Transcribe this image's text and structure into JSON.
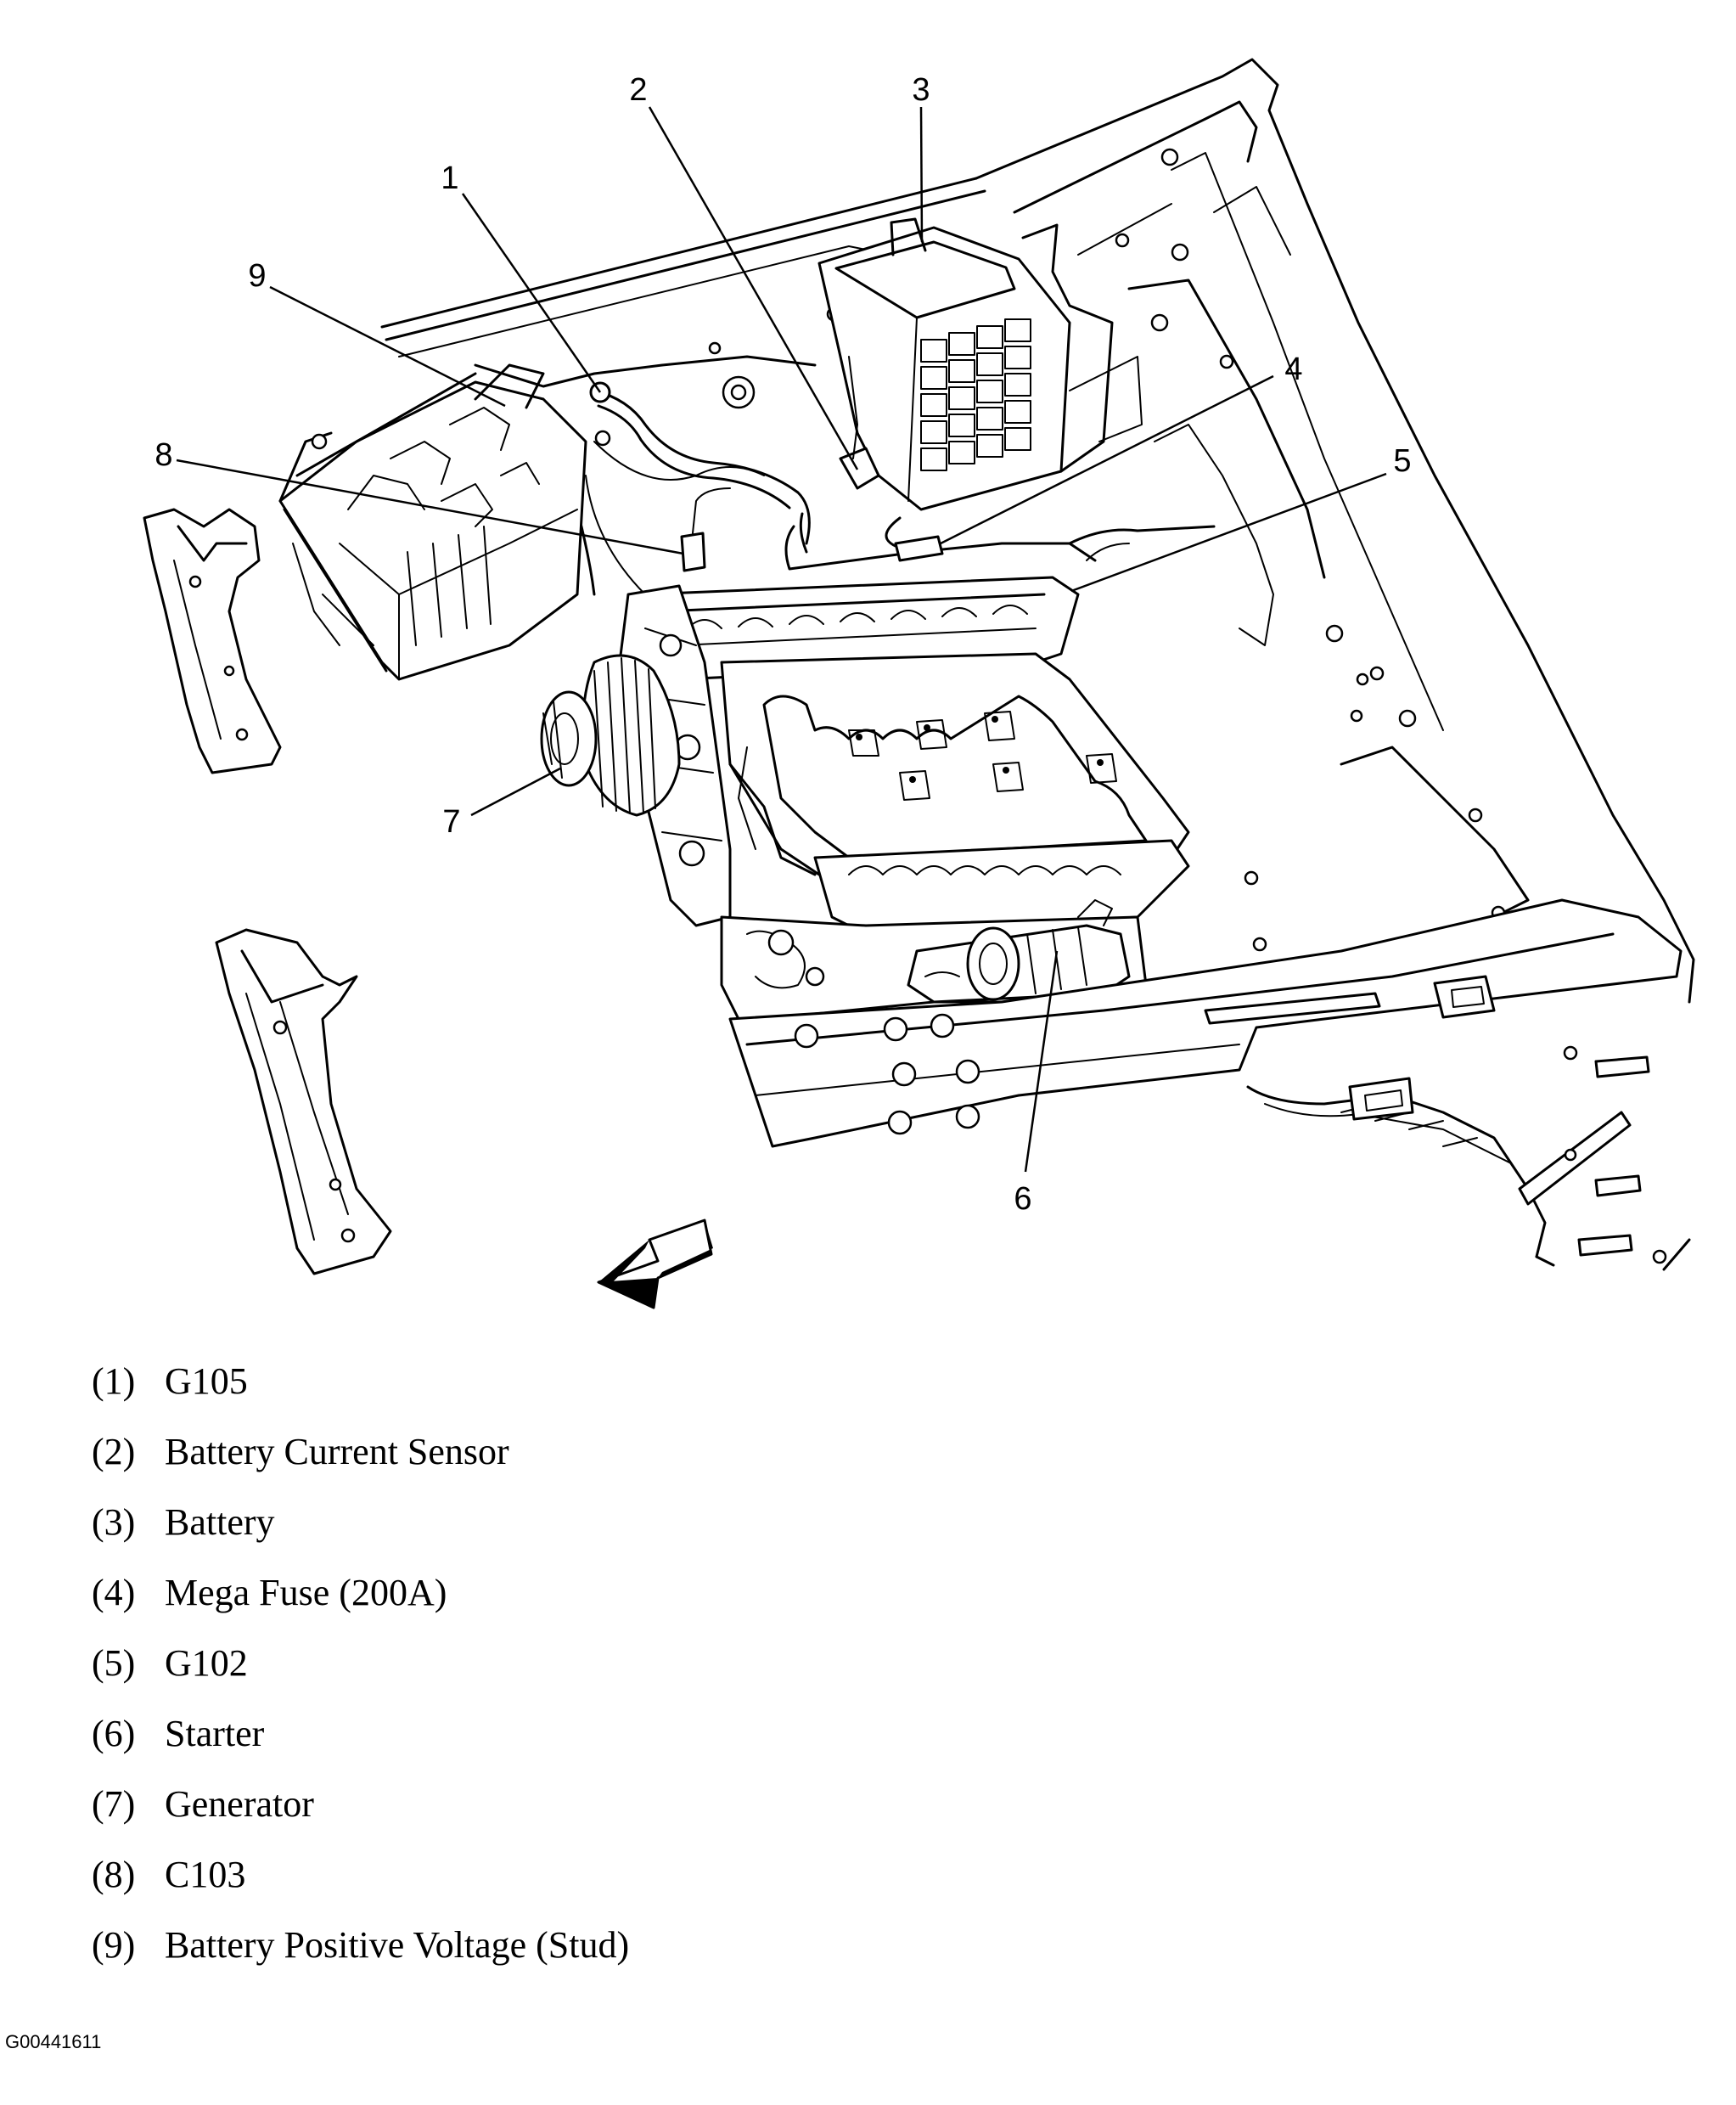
{
  "callouts": [
    {
      "number": "1",
      "label": "G105"
    },
    {
      "number": "2",
      "label": "Battery Current Sensor"
    },
    {
      "number": "3",
      "label": "Battery"
    },
    {
      "number": "4",
      "label": "Mega Fuse (200A)"
    },
    {
      "number": "5",
      "label": "G102"
    },
    {
      "number": "6",
      "label": "Starter"
    },
    {
      "number": "7",
      "label": "Generator"
    },
    {
      "number": "8",
      "label": "C103"
    },
    {
      "number": "9",
      "label": "Battery Positive Voltage (Stud)"
    }
  ],
  "legend": [
    {
      "num": "(1)",
      "label": "G105"
    },
    {
      "num": "(2)",
      "label": "Battery Current Sensor"
    },
    {
      "num": "(3)",
      "label": "Battery"
    },
    {
      "num": "(4)",
      "label": "Mega Fuse (200A)"
    },
    {
      "num": "(5)",
      "label": "G102"
    },
    {
      "num": "(6)",
      "label": "Starter"
    },
    {
      "num": "(7)",
      "label": "Generator"
    },
    {
      "num": "(8)",
      "label": "C103"
    },
    {
      "num": "(9)",
      "label": "Battery Positive Voltage (Stud)"
    }
  ],
  "figure_id": "G00441611",
  "icons": {
    "direction_arrow": "front-direction-arrow-icon"
  }
}
